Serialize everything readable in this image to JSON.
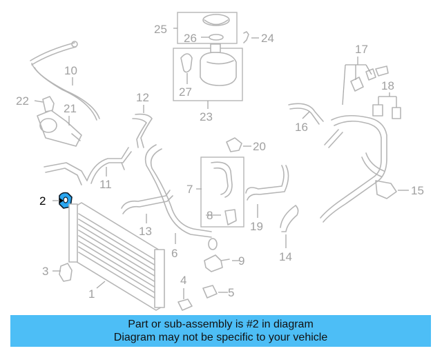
{
  "callouts": {
    "c1": "1",
    "c2": "2",
    "c3": "3",
    "c4": "4",
    "c5": "5",
    "c6": "6",
    "c7": "7",
    "c8": "8",
    "c9": "9",
    "c10": "10",
    "c11": "11",
    "c12": "12",
    "c13": "13",
    "c14": "14",
    "c15": "15",
    "c16": "16",
    "c17": "17",
    "c18": "18",
    "c19": "19",
    "c20": "20",
    "c21": "21",
    "c22": "22",
    "c23": "23",
    "c24": "24",
    "c25": "25",
    "c26": "26",
    "c27": "27"
  },
  "highlight": {
    "part_number": "2",
    "color": "#2aa6f0"
  },
  "banner": {
    "line1": "Part or sub-assembly is #2 in diagram",
    "line2": "Diagram may not be specific to your vehicle",
    "background": "#4dbef6"
  }
}
